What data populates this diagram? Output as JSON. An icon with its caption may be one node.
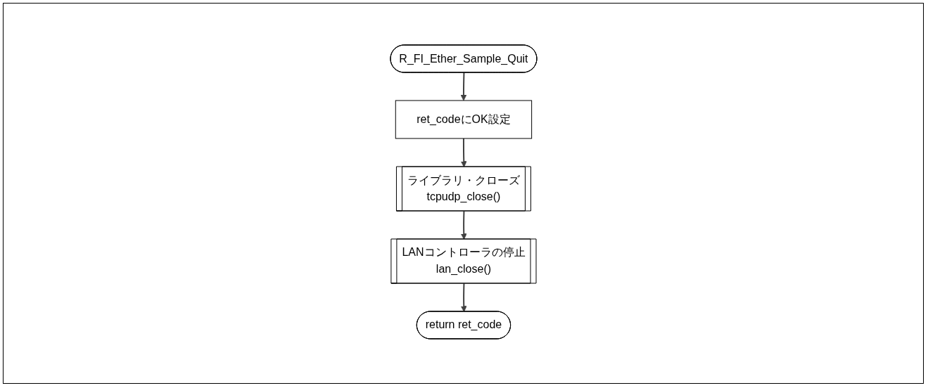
{
  "diagram": {
    "nodes": [
      {
        "text": [
          "R_FI_Ether_Sample_Quit"
        ]
      },
      {
        "text": [
          "ret_codeにOK設定"
        ]
      },
      {
        "text": [
          "ライブラリ・クローズ",
          "tcpudp_close()"
        ]
      },
      {
        "text": [
          "LANコントローラの停止",
          "lan_close()"
        ]
      },
      {
        "text": [
          "return ret_code"
        ]
      }
    ],
    "edges": [
      {
        "from": 0,
        "to": 1,
        "arrow": "to"
      },
      {
        "from": 1,
        "to": 2,
        "arrow": "to"
      },
      {
        "from": 2,
        "to": 3,
        "arrow": "to"
      },
      {
        "from": 3,
        "to": 4,
        "arrow": "to"
      }
    ]
  }
}
